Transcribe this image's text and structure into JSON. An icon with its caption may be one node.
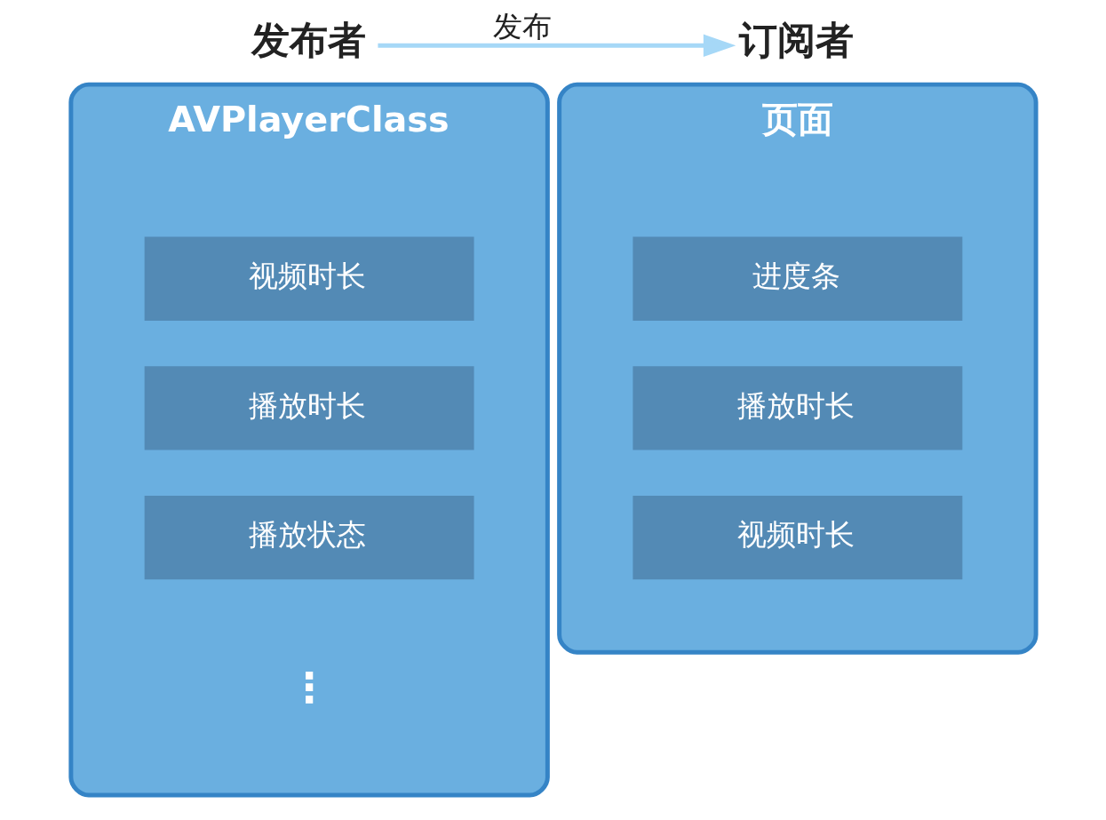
{
  "diagram": {
    "nodes": [
      {
        "text": [
          "发布者"
        ]
      },
      {
        "text": [
          "订阅者"
        ]
      },
      {
        "text": [
          "AVPlayerClass"
        ]
      },
      {
        "text": [
          "视频时长"
        ],
        "in": 2
      },
      {
        "text": [
          "播放时长"
        ],
        "in": 2
      },
      {
        "text": [
          "播放状态"
        ],
        "in": 2
      },
      {
        "text": [
          "页面"
        ]
      },
      {
        "text": [
          "进度条"
        ],
        "in": 6
      },
      {
        "text": [
          "播放时长"
        ],
        "in": 6
      },
      {
        "text": [
          "视频时长"
        ],
        "in": 6
      }
    ],
    "edges": [
      {
        "from": 0,
        "to": 1,
        "arrow": "to",
        "label": "发布"
      }
    ],
    "labels": [
      "⋮"
    ]
  }
}
